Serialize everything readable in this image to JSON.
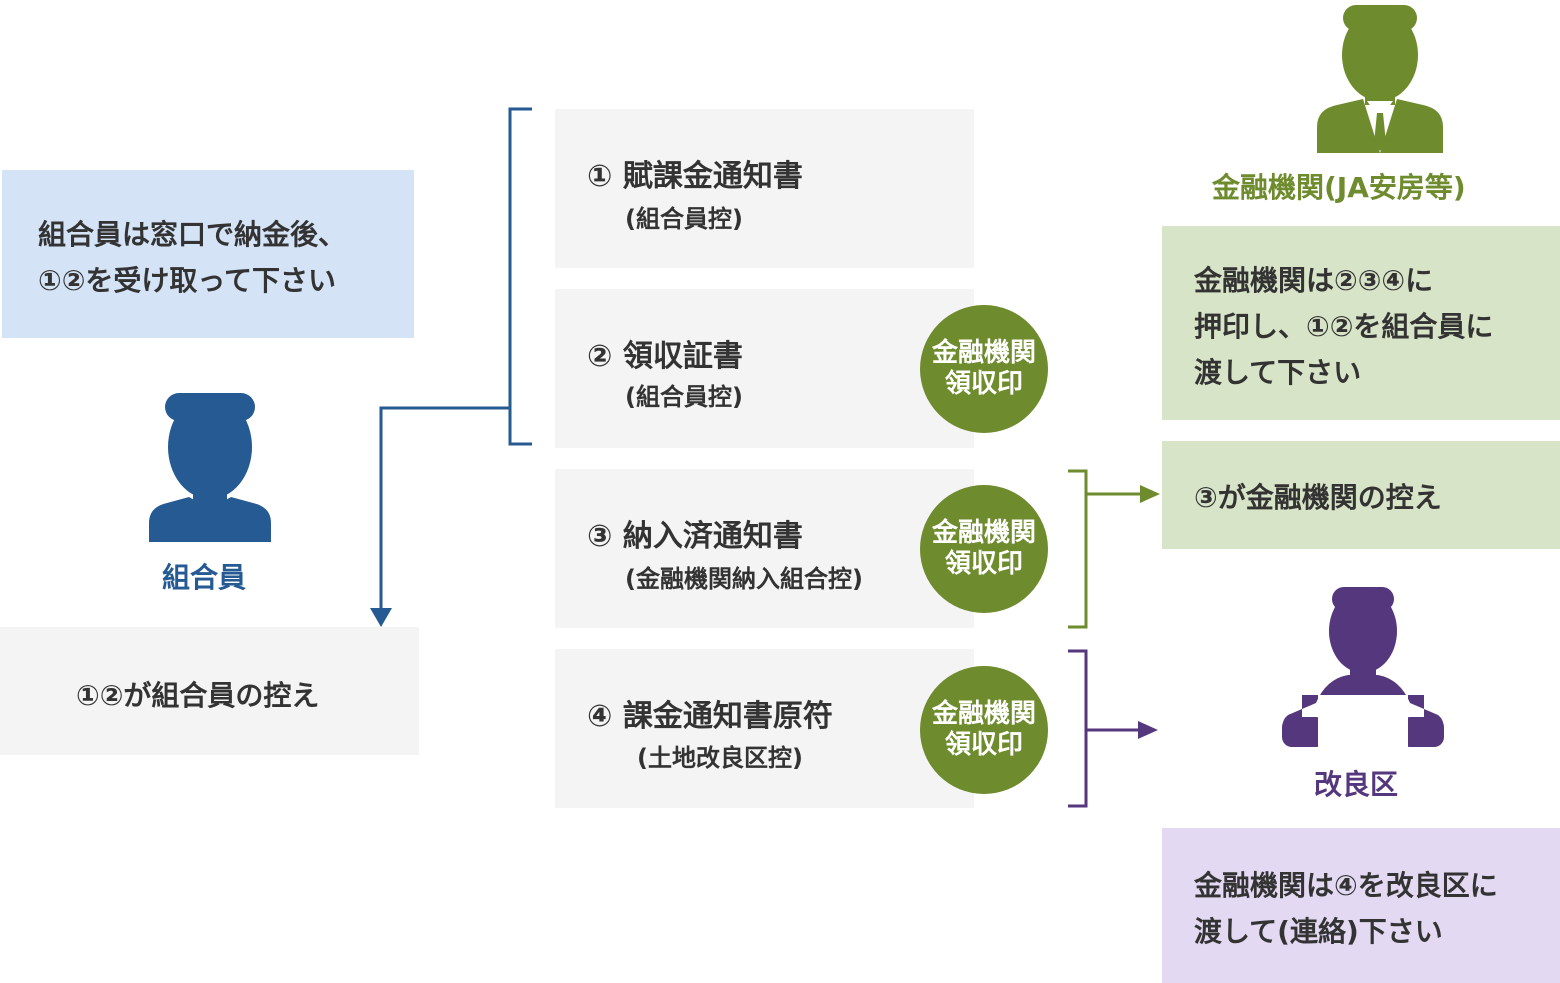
{
  "colors": {
    "member_blue": "#265a92",
    "bank_green": "#6e8b2d",
    "district_purple": "#54377d",
    "blue_box": "#d4e3f6",
    "green_box": "#d8e4c7",
    "purple_box": "#e4d9f3",
    "gray_box": "#f4f4f4"
  },
  "member": {
    "note_line1": "組合員は窓口で納金後、",
    "note_line2": "①②を受け取って下さい",
    "icon": "person-icon",
    "label": "組合員",
    "keep_label": "①②が組合員の控え"
  },
  "documents": [
    {
      "title": "①  賦課金通知書",
      "sub": "(組合員控)"
    },
    {
      "title": "②  領収証書",
      "sub": "(組合員控)"
    },
    {
      "title": "③  納入済通知書",
      "sub": "(金融機関納入組合控)"
    },
    {
      "title": "④  課金通知書原符",
      "sub": "(土地改良区控)"
    }
  ],
  "stamp": {
    "line1": "金融機関",
    "line2": "領収印"
  },
  "bank": {
    "icon": "businessman-icon",
    "label": "金融機関(JA安房等)",
    "note_line1": "金融機関は②③④に",
    "note_line2": "押印し、①②を組合員に",
    "note_line3": "渡して下さい",
    "keep_label": "③が金融機関の控え"
  },
  "district": {
    "icon": "office-worker-icon",
    "label": "改良区",
    "note_line1": "金融機関は④を改良区に",
    "note_line2": "渡して(連絡)下さい"
  }
}
